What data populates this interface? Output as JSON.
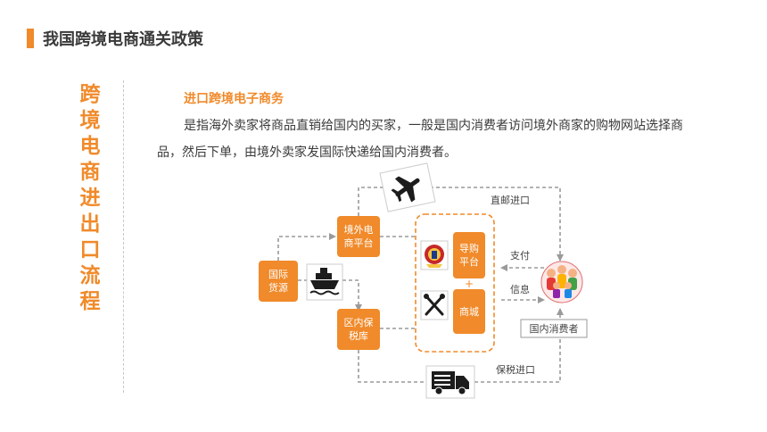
{
  "header": {
    "title": "我国跨境电商通关政策"
  },
  "sidebar": {
    "title_chars": [
      "跨",
      "境",
      "电",
      "商",
      "进",
      "出",
      "口",
      "流",
      "程"
    ]
  },
  "section": {
    "subtitle": "进口跨境电子商务",
    "paragraph": "是指海外卖家将商品直销给国内的买家，一般是国内消费者访问境外商家的购物网站选择商品，然后下单，由境外卖家发国际快递给国内消费者。"
  },
  "diagram": {
    "nodes": {
      "source": [
        "国际",
        "货源"
      ],
      "ecommerce_platform": [
        "境外电",
        "商平台"
      ],
      "bonded_warehouse": [
        "区内保",
        "税库"
      ],
      "shopping_guide": [
        "导购",
        "平台"
      ],
      "mall": [
        "商城"
      ]
    },
    "plus": "+",
    "labels": {
      "direct_mail": "直邮进口",
      "bonded_import": "保税进口",
      "payment": "支付",
      "info": "信息",
      "consumer": "国内消费者"
    },
    "icons": [
      "airplane-icon",
      "ship-icon",
      "truck-icon",
      "customs-emblem-icon",
      "tools-icon",
      "consumers-icon"
    ],
    "colors": {
      "accent": "#f08a2a",
      "dash": "#9a9a9a"
    }
  }
}
